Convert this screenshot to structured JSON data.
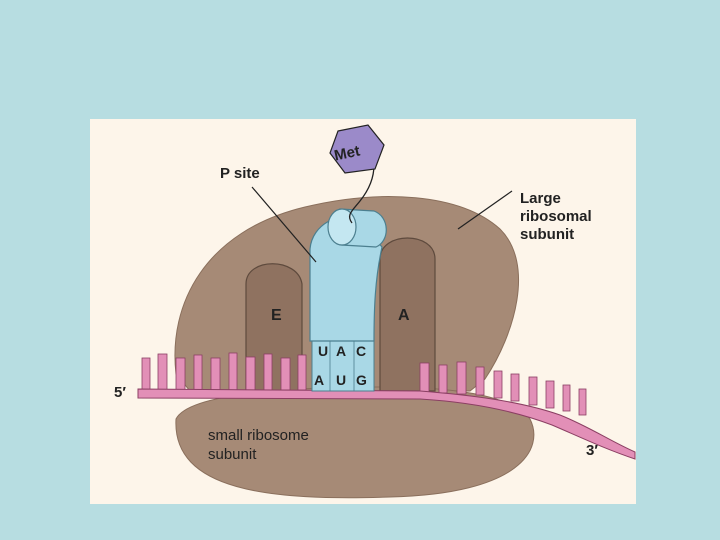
{
  "labels": {
    "met": "Met",
    "p_site": "P site",
    "large_subunit": [
      "Large",
      "ribosomal",
      "subunit"
    ],
    "e_site": "E",
    "a_site": "A",
    "anticodon": [
      "U",
      "A",
      "C"
    ],
    "codon": [
      "A",
      "U",
      "G"
    ],
    "five_prime": "5′",
    "three_prime": "3′",
    "small_subunit": [
      "small ribosome",
      "subunit"
    ]
  },
  "colors": {
    "slide_background": "#b7dde1",
    "panel_background": "#fdf5ea",
    "ribosome": "#a68a76",
    "ribosome_dark": "#8a6f5c",
    "trna": "#a9d8e6",
    "mrna": "#e28fb7",
    "met_hexagon": "#9b8ac9"
  }
}
